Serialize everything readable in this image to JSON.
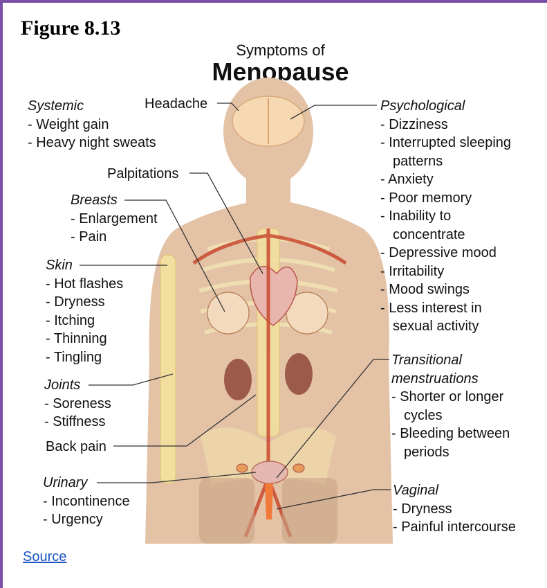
{
  "figure_label": "Figure 8.13",
  "title_small": "Symptoms of",
  "title_large": "Menopause",
  "labels": {
    "headache": "Headache",
    "palpitations": "Palpitations",
    "back_pain": "Back pain"
  },
  "groups": {
    "systemic": {
      "heading": "Systemic",
      "items": [
        "- Weight gain",
        "- Heavy night sweats"
      ]
    },
    "breasts": {
      "heading": "Breasts",
      "items": [
        "- Enlargement",
        "- Pain"
      ]
    },
    "skin": {
      "heading": "Skin",
      "items": [
        "- Hot flashes",
        "- Dryness",
        "- Itching",
        "- Thinning",
        "- Tingling"
      ]
    },
    "joints": {
      "heading": "Joints",
      "items": [
        "- Soreness",
        "- Stiffness"
      ]
    },
    "urinary": {
      "heading": "Urinary",
      "items": [
        "- Incontinence",
        "- Urgency"
      ]
    },
    "psychological": {
      "heading": "Psychological",
      "items": [
        "- Dizziness",
        "- Interrupted sleeping",
        "patterns",
        "- Anxiety",
        "- Poor memory",
        "- Inability to",
        "concentrate",
        "- Depressive mood",
        "- Irritability",
        "- Mood swings",
        "- Less interest in",
        "sexual activity"
      ]
    },
    "transitional": {
      "heading": "Transitional",
      "heading_line2": "menstruations",
      "items": [
        "- Shorter or longer",
        "cycles",
        "- Bleeding between",
        "periods"
      ]
    },
    "vaginal": {
      "heading": "Vaginal",
      "items": [
        "- Dryness",
        "- Painful intercourse"
      ]
    }
  },
  "source_link": "Source",
  "colors": {
    "frame": "#7a4fa6",
    "body": "#e3c2a6",
    "bone": "#f2dfa0",
    "vessel": "#c9492f",
    "organ": "#9c5a4a",
    "link": "#1a55c2"
  }
}
